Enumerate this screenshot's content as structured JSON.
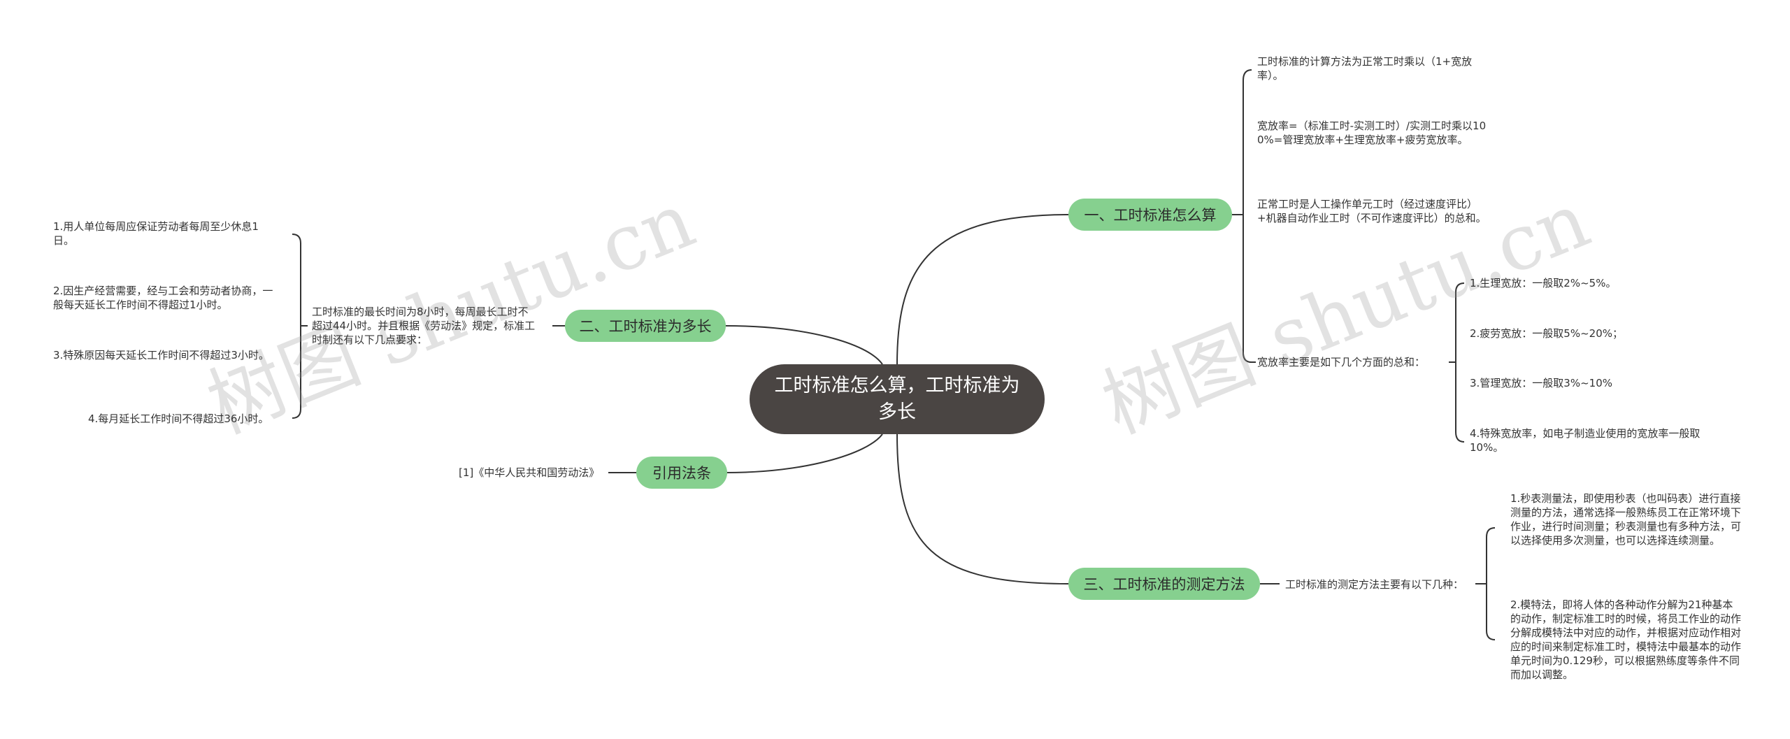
{
  "center": {
    "title": "工时标准怎么算，工时标准为多长"
  },
  "branches": {
    "b1": "一、工时标准怎么算",
    "b2": "二、工时标准为多长",
    "b3": "引用法条",
    "b4": "三、工时标准的测定方法"
  },
  "b1_children": {
    "c1": "工时标准的计算方法为正常工时乘以（1+宽放率）。",
    "c2": "宽放率=（标准工时-实测工时）/实测工时乘以100%=管理宽放率+生理宽放率+疲劳宽放率。",
    "c3": "正常工时是人工操作单元工时（经过速度评比）+机器自动作业工时（不可作速度评比）的总和。",
    "c4": "宽放率主要是如下几个方面的总和：",
    "c4_items": [
      "1.生理宽放：一般取2%~5%。",
      "2.疲劳宽放：一般取5%~20%；",
      "3.管理宽放：一般取3%~10%",
      "4.特殊宽放率，如电子制造业使用的宽放率一般取10%。"
    ]
  },
  "b2_children": {
    "c1": "工时标准的最长时间为8小时，每周最长工时不超过44小时。并且根据《劳动法》规定，标准工时制还有以下几点要求：",
    "c1_items": [
      "1.用人单位每周应保证劳动者每周至少休息1日。",
      "2.因生产经营需要，经与工会和劳动者协商，一般每天延长工作时间不得超过1小时。",
      "3.特殊原因每天延长工作时间不得超过3小时。",
      "4.每月延长工作时间不得超过36小时。"
    ]
  },
  "b3_children": {
    "c1": "[1]《中华人民共和国劳动法》"
  },
  "b4_children": {
    "c1": "工时标准的测定方法主要有以下几种：",
    "c1_items": [
      "1.秒表测量法，即使用秒表（也叫码表）进行直接测量的方法，通常选择一般熟练员工在正常环境下作业，进行时间测量；秒表测量也有多种方法，可以选择使用多次测量，也可以选择连续测量。",
      "2.模特法，即将人体的各种动作分解为21种基本的动作，制定标准工时的时候，将员工作业的动作分解成模特法中对应的动作，并根据对应动作相对应的时间来制定标准工时，模特法中最基本的动作单元时间为0.129秒，可以根据熟练度等条件不同而加以调整。"
    ]
  },
  "watermarks": [
    "树图 shutu.cn",
    "树图 shutu.cn"
  ],
  "colors": {
    "center_bg": "#4a4543",
    "branch_bg": "#86d08f",
    "line": "#333333"
  }
}
